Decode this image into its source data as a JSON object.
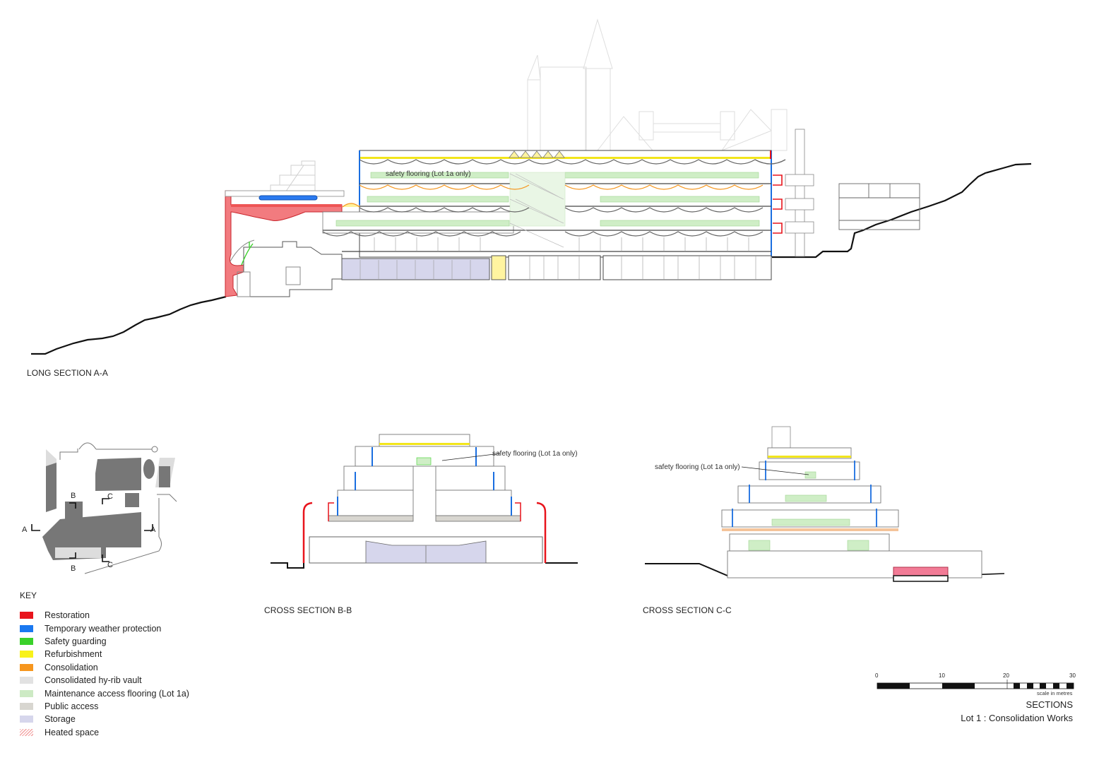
{
  "sections": {
    "long": {
      "label": "LONG SECTION A-A",
      "annotation": "safety flooring (Lot 1a only)"
    },
    "cross_b": {
      "label": "CROSS SECTION B-B",
      "annotation": "safety flooring (Lot 1a only)"
    },
    "cross_c": {
      "label": "CROSS SECTION C-C",
      "annotation": "safety flooring (Lot 1a only)"
    }
  },
  "key_plan": {
    "markers": {
      "a_left": "A",
      "a_right": "A",
      "b_top": "B",
      "b_bottom": "B",
      "c_top": "C",
      "c_bottom": "C"
    }
  },
  "key": {
    "title": "KEY",
    "items": [
      {
        "label": "Restoration",
        "color": "#e8141c"
      },
      {
        "label": "Temporary weather protection",
        "color": "#1a78f0"
      },
      {
        "label": "Safety guarding",
        "color": "#3ad12a"
      },
      {
        "label": "Refurbishment",
        "color": "#f8f21a"
      },
      {
        "label": "Consolidation",
        "color": "#f6961e"
      },
      {
        "label": "Consolidated hy-rib vault",
        "color": "#e2e2e2"
      },
      {
        "label": "Maintenance access flooring (Lot 1a)",
        "color": "#cdeac4"
      },
      {
        "label": "Public access",
        "color": "#d8d6d0"
      },
      {
        "label": "Storage",
        "color": "#d6d6ec"
      },
      {
        "label": "Heated space",
        "color": "hatch"
      }
    ]
  },
  "scale_bar": {
    "ticks": [
      "0",
      "10",
      "20",
      "30"
    ],
    "unit_label": "scale in metres"
  },
  "title_block": {
    "title": "SECTIONS",
    "subtitle": "Lot 1 : Consolidation Works"
  }
}
